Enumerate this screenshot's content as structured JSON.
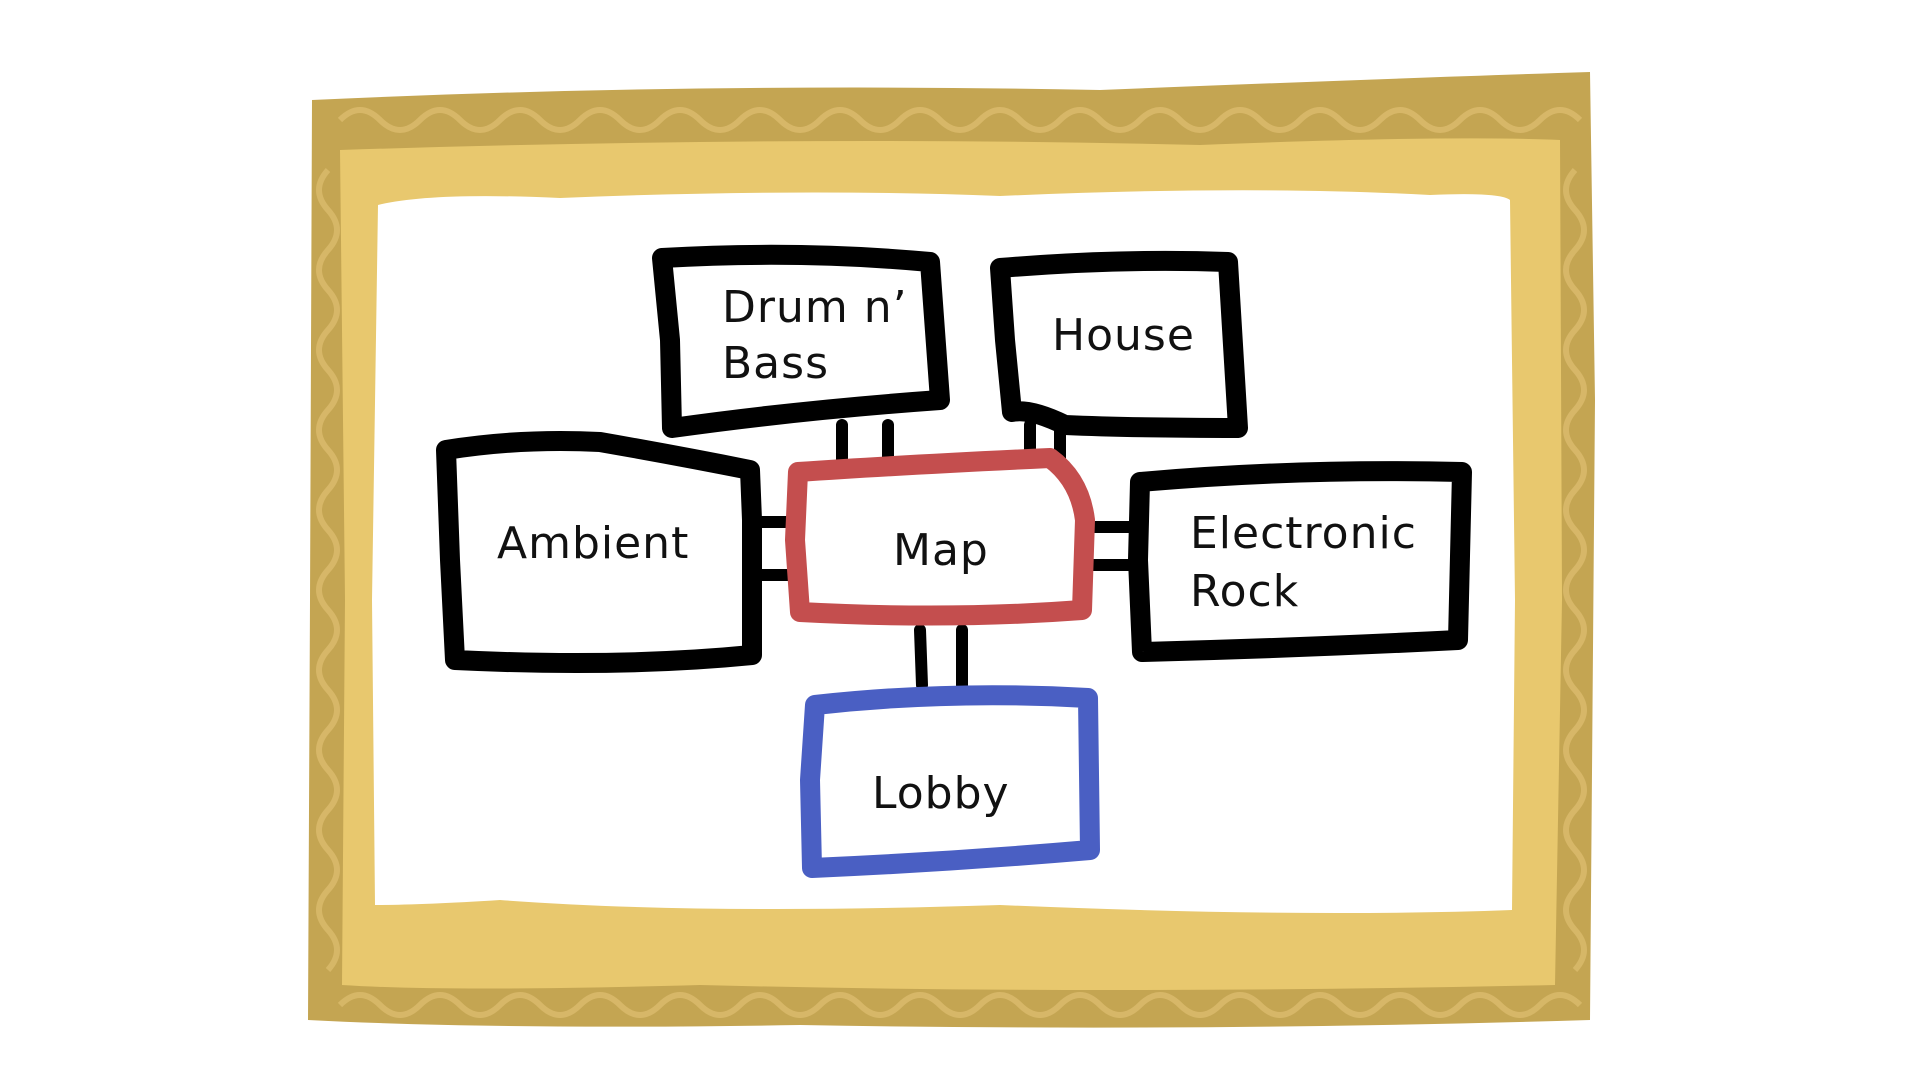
{
  "colors": {
    "frame_outer": "#c4a552",
    "frame_inner": "#e8c86e",
    "frame_swirl": "#d9b96a",
    "canvas": "#ffffff",
    "node_border": "#000000",
    "map_border": "#c44e4e",
    "lobby_border": "#4a5fc3",
    "text": "#111111"
  },
  "nodes": {
    "drum_n_bass": {
      "line1": "Drum n’",
      "line2": "Bass"
    },
    "house": {
      "label": "House"
    },
    "ambient": {
      "label": "Ambient"
    },
    "map": {
      "label": "Map"
    },
    "electronic_rock": {
      "line1": "Electronic",
      "line2": "Rock"
    },
    "lobby": {
      "label": "Lobby"
    }
  },
  "connections": [
    {
      "from": "drum_n_bass",
      "to": "map"
    },
    {
      "from": "house",
      "to": "map"
    },
    {
      "from": "ambient",
      "to": "map"
    },
    {
      "from": "electronic_rock",
      "to": "map"
    },
    {
      "from": "lobby",
      "to": "map"
    }
  ]
}
